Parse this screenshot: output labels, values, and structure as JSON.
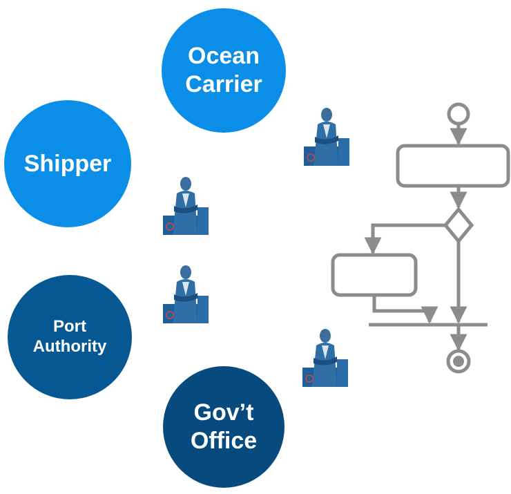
{
  "participants": {
    "ocean_carrier": [
      "Ocean",
      "Carrier"
    ],
    "shipper": [
      "Shipper"
    ],
    "port_authority": [
      "Port",
      "Authority"
    ],
    "govt_office": [
      "Gov’t",
      "Office"
    ]
  },
  "colors": {
    "light_blue": "#0a8ee8",
    "medium_blue": "#065892",
    "dark_blue": "#074a7d",
    "flow_gray": "#8c8c8c",
    "figure_blue": "#2a6da8"
  },
  "icons": [
    "businessman-icon",
    "activity-diagram-icon"
  ]
}
